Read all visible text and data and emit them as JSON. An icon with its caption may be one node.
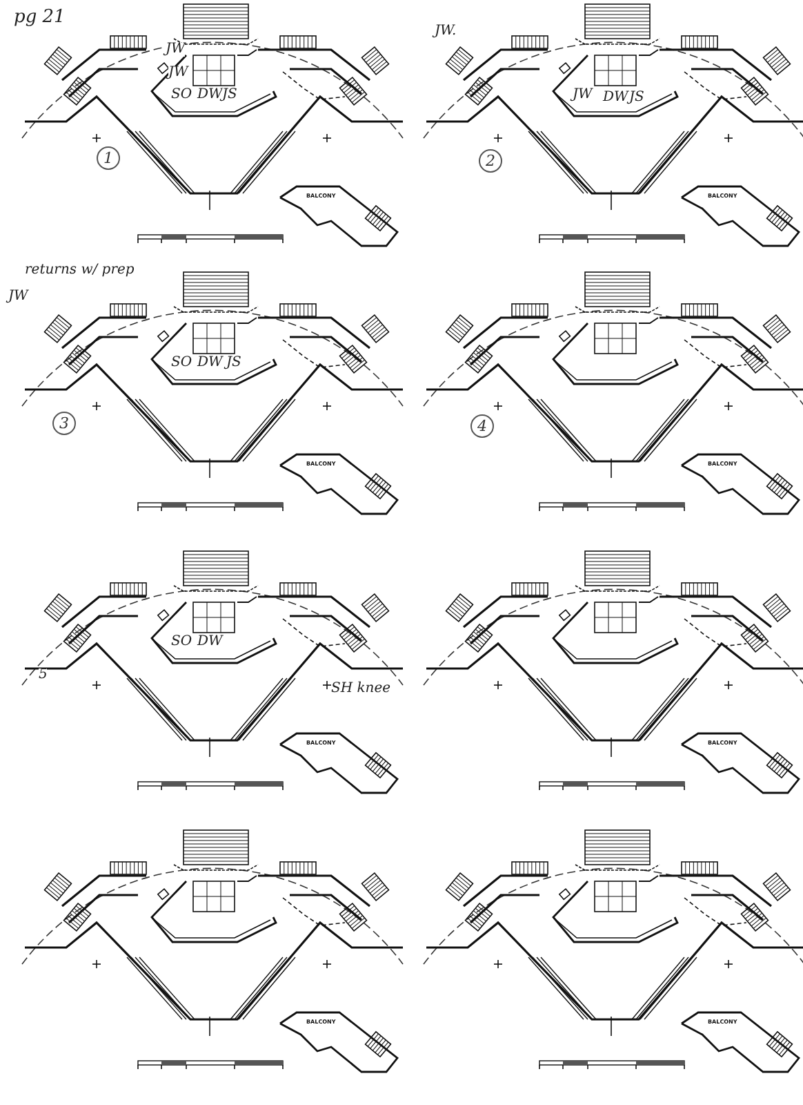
{
  "diagram": {
    "labels": [
      "pg 21",
      "JW",
      "JW",
      "SO",
      "DW",
      "JS",
      "1",
      "BALCONY",
      "JW.",
      "JW",
      "DW",
      "JS",
      "2",
      "BALCONY",
      "returns w/ prep",
      "JW",
      "SO",
      "DW",
      "JS",
      "3",
      "BALCONY",
      "4",
      "BALCONY",
      "SO",
      "DW",
      "SH knee",
      "5",
      "BALCONY",
      "BALCONY",
      "BALCONY",
      "BALCONY"
    ]
  }
}
